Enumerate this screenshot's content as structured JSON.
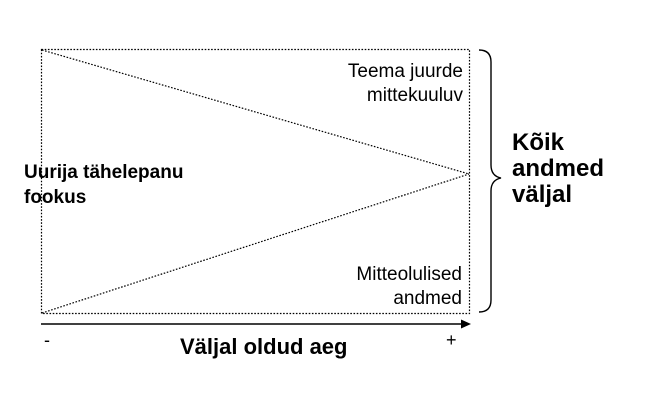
{
  "diagram": {
    "focus_label_line1": "Uurija tähelepanu",
    "focus_label_line2": "fookus",
    "irrelevant_line1": "Teema juurde",
    "irrelevant_line2": "mittekuuluv",
    "unimportant_line1": "Mitteolulised",
    "unimportant_line2": "andmed",
    "all_data_line1": "Kõik",
    "all_data_line2": "andmed",
    "all_data_line3": "väljal",
    "x_axis_label": "Väljal oldud aeg",
    "x_axis_min": "-",
    "x_axis_max": "+"
  }
}
